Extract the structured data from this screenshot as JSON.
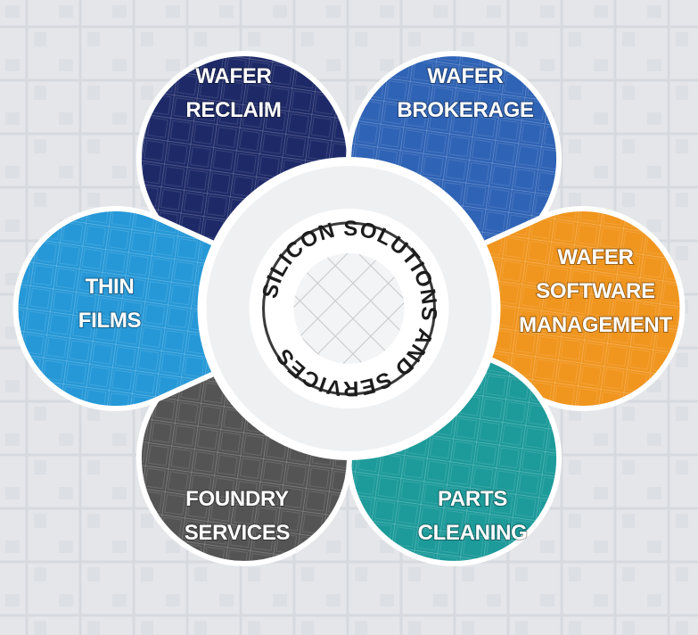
{
  "center": {
    "ring_text": "SILICON SOLUTIONS AND SERVICES"
  },
  "petals": [
    {
      "id": "wafer-reclaim",
      "lines": [
        "WAFER",
        "RECLAIM"
      ],
      "color": "#1e2a68"
    },
    {
      "id": "wafer-brokerage",
      "lines": [
        "WAFER",
        "BROKERAGE"
      ],
      "color": "#2f63b5"
    },
    {
      "id": "wafer-software-management",
      "lines": [
        "WAFER",
        "SOFTWARE",
        "MANAGEMENT"
      ],
      "color": "#f0951e"
    },
    {
      "id": "parts-cleaning",
      "lines": [
        "PARTS",
        "CLEANING"
      ],
      "color": "#1d9a9a"
    },
    {
      "id": "foundry-services",
      "lines": [
        "FOUNDRY",
        "SERVICES"
      ],
      "color": "#545454"
    },
    {
      "id": "thin-films",
      "lines": [
        "THIN",
        "FILMS"
      ],
      "color": "#2698d7"
    }
  ],
  "colors": {
    "background": "#e9ebee",
    "ring": "#ffffff",
    "center_text": "#1c1c1c"
  }
}
